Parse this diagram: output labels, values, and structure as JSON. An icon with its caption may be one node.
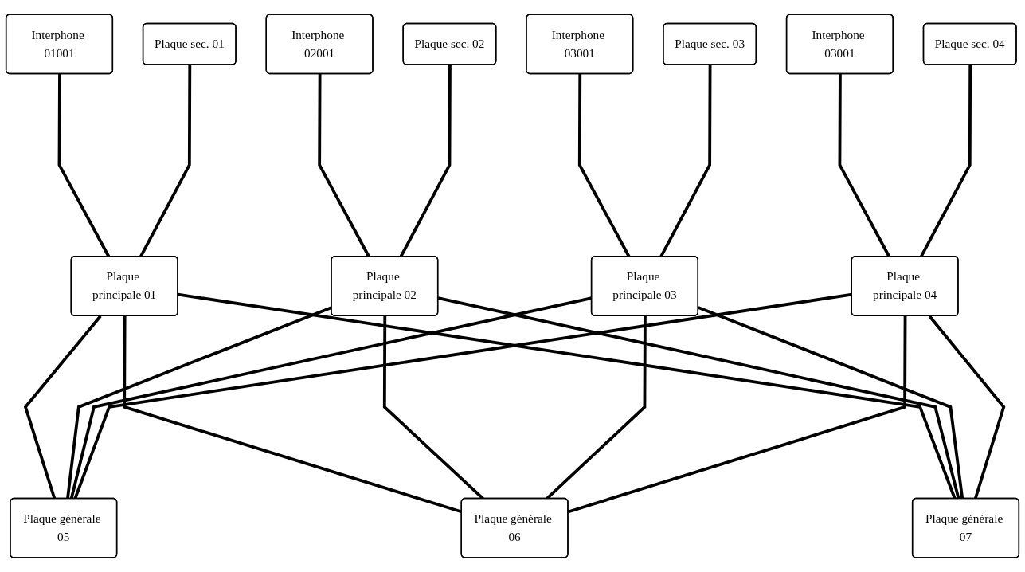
{
  "diagram": {
    "nodes": [
      {
        "text": [
          "Interphone 01001"
        ]
      },
      {
        "text": [
          "Plaque sec. 01"
        ]
      },
      {
        "text": [
          "Interphone 02001"
        ]
      },
      {
        "text": [
          "Plaque sec. 02"
        ]
      },
      {
        "text": [
          "Interphone 03001"
        ]
      },
      {
        "text": [
          "Plaque sec. 03"
        ]
      },
      {
        "text": [
          "Interphone 03001"
        ]
      },
      {
        "text": [
          "Plaque sec. 04"
        ]
      },
      {
        "text": [
          "Plaque principale 01"
        ]
      },
      {
        "text": [
          "Plaque principale 02"
        ]
      },
      {
        "text": [
          "Plaque principale 03"
        ]
      },
      {
        "text": [
          "Plaque principale 04"
        ]
      },
      {
        "text": [
          "Plaque générale 05"
        ]
      },
      {
        "text": [
          "Plaque générale 06"
        ]
      },
      {
        "text": [
          "Plaque générale 07"
        ]
      }
    ],
    "edges": [
      {
        "from": 0,
        "to": 8,
        "arrow": "none"
      },
      {
        "from": 1,
        "to": 8,
        "arrow": "none"
      },
      {
        "from": 2,
        "to": 9,
        "arrow": "none"
      },
      {
        "from": 3,
        "to": 9,
        "arrow": "none"
      },
      {
        "from": 4,
        "to": 10,
        "arrow": "none"
      },
      {
        "from": 5,
        "to": 10,
        "arrow": "none"
      },
      {
        "from": 6,
        "to": 11,
        "arrow": "none"
      },
      {
        "from": 7,
        "to": 11,
        "arrow": "none"
      },
      {
        "from": 8,
        "to": 12,
        "arrow": "none"
      },
      {
        "from": 8,
        "to": 13,
        "arrow": "none"
      },
      {
        "from": 8,
        "to": 14,
        "arrow": "none"
      },
      {
        "from": 9,
        "to": 12,
        "arrow": "none"
      },
      {
        "from": 9,
        "to": 13,
        "arrow": "none"
      },
      {
        "from": 9,
        "to": 14,
        "arrow": "none"
      },
      {
        "from": 10,
        "to": 12,
        "arrow": "none"
      },
      {
        "from": 10,
        "to": 13,
        "arrow": "none"
      },
      {
        "from": 10,
        "to": 14,
        "arrow": "none"
      },
      {
        "from": 11,
        "to": 12,
        "arrow": "none"
      },
      {
        "from": 11,
        "to": 13,
        "arrow": "none"
      },
      {
        "from": 11,
        "to": 14,
        "arrow": "none"
      }
    ]
  }
}
